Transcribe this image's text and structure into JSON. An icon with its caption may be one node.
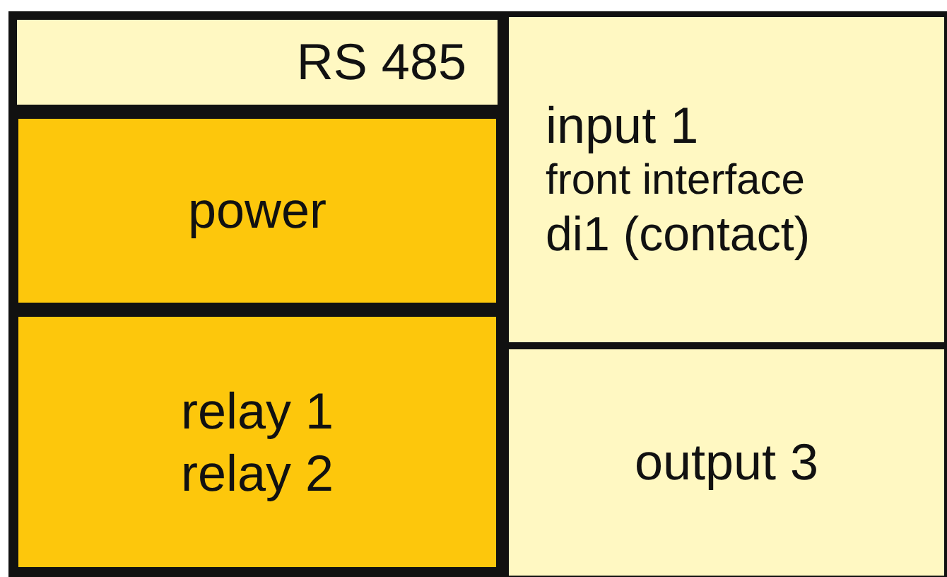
{
  "diagram": {
    "nodes": [
      {
        "text": [
          "RS 485"
        ]
      },
      {
        "text": [
          "power"
        ]
      },
      {
        "text": [
          "relay 1",
          "relay 2"
        ]
      },
      {
        "text": [
          "input 1",
          "front interface",
          "di1 (contact)"
        ]
      },
      {
        "text": [
          "output 3"
        ]
      }
    ]
  }
}
